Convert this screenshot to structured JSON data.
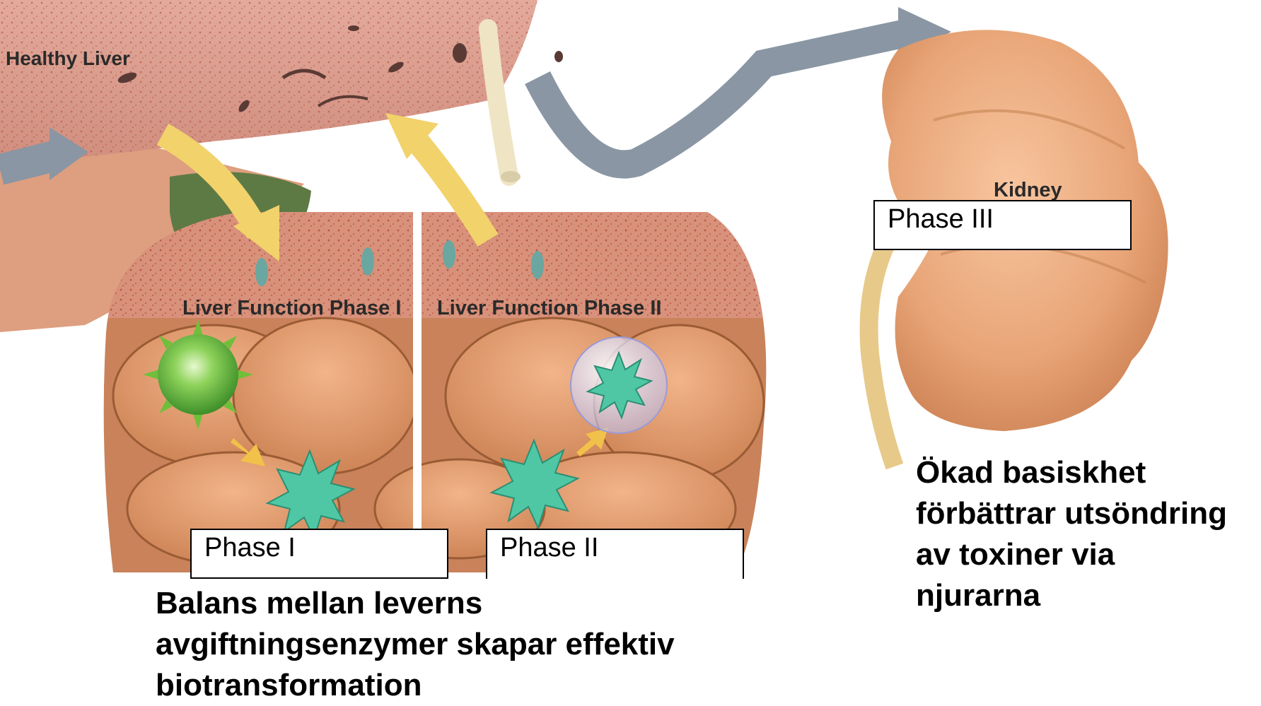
{
  "labels": {
    "healthy_liver": "Healthy Liver",
    "kidney": "Kidney",
    "liver_function_phase_1": "Liver Function Phase I",
    "liver_function_phase_2": "Liver Function Phase II"
  },
  "phase_boxes": {
    "phase_1": "Phase I",
    "phase_2": "Phase II",
    "phase_3": "Phase III"
  },
  "captions": {
    "liver": [
      "Balans mellan leverns",
      "avgiftningsenzymer skapar effektiv",
      "biotransformation"
    ],
    "kidney": [
      "Ökad basiskhet",
      "förbättrar utsöndring",
      "av toxiner via",
      "njurarna"
    ]
  },
  "colors": {
    "liver_tissue": "#dba293",
    "kidney": "#e8a577",
    "flow_arrow_yellow": "#f2d26b",
    "flow_arrow_gray": "#8a96a3",
    "toxin_green": "#6fbf3a",
    "enzyme_teal": "#4fc7a5",
    "gallbladder": "#5d7a45"
  }
}
